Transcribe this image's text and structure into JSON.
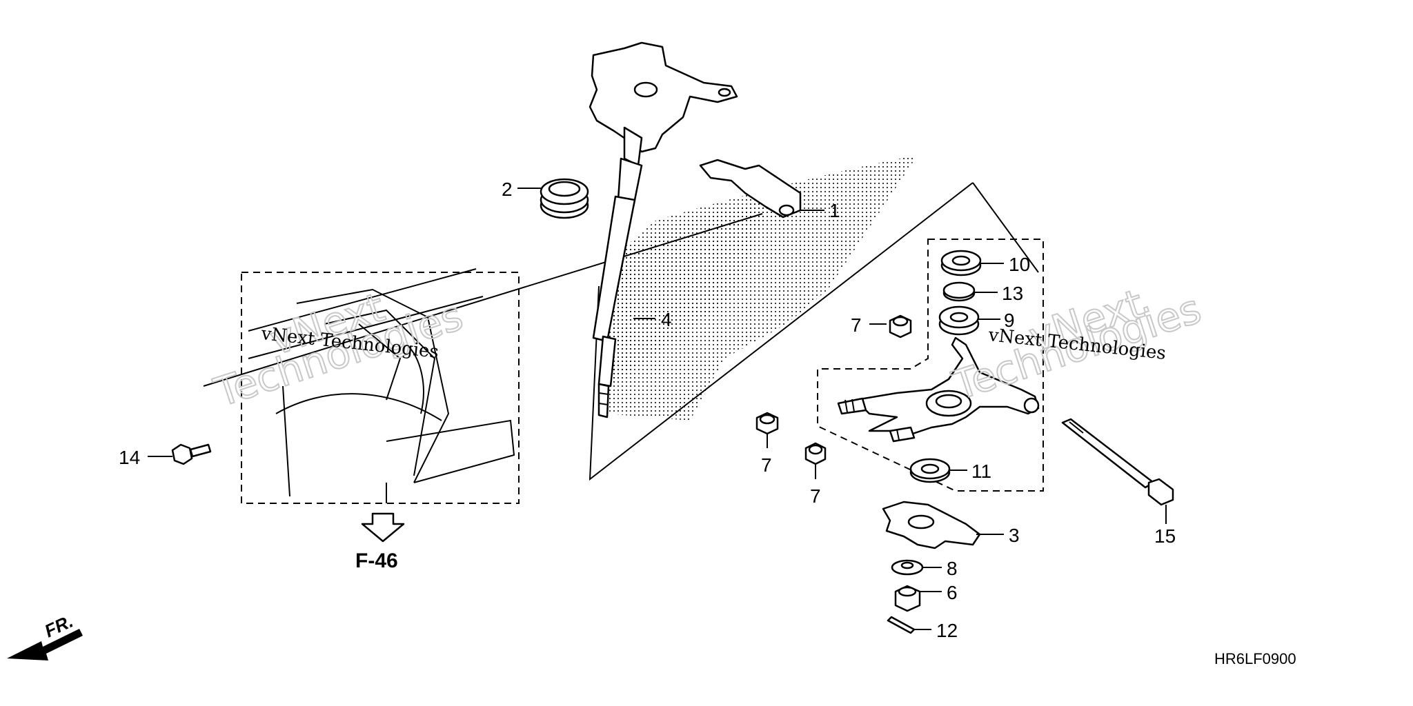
{
  "callouts": [
    {
      "id": "c1",
      "label": "1"
    },
    {
      "id": "c2",
      "label": "2"
    },
    {
      "id": "c3",
      "label": "3"
    },
    {
      "id": "c4",
      "label": "4"
    },
    {
      "id": "c6",
      "label": "6"
    },
    {
      "id": "c7a",
      "label": "7"
    },
    {
      "id": "c7b",
      "label": "7"
    },
    {
      "id": "c7c",
      "label": "7"
    },
    {
      "id": "c8",
      "label": "8"
    },
    {
      "id": "c9",
      "label": "9"
    },
    {
      "id": "c10",
      "label": "10"
    },
    {
      "id": "c11",
      "label": "11"
    },
    {
      "id": "c12",
      "label": "12"
    },
    {
      "id": "c13",
      "label": "13"
    },
    {
      "id": "c14",
      "label": "14"
    },
    {
      "id": "c15",
      "label": "15"
    }
  ],
  "reference": {
    "label": "F-46"
  },
  "diagram_code": "HR6LF0900",
  "front_indicator": "FR.",
  "watermark": {
    "line1": "vNext",
    "line2": "Technologies",
    "serif_text": "vNext Technologies"
  }
}
